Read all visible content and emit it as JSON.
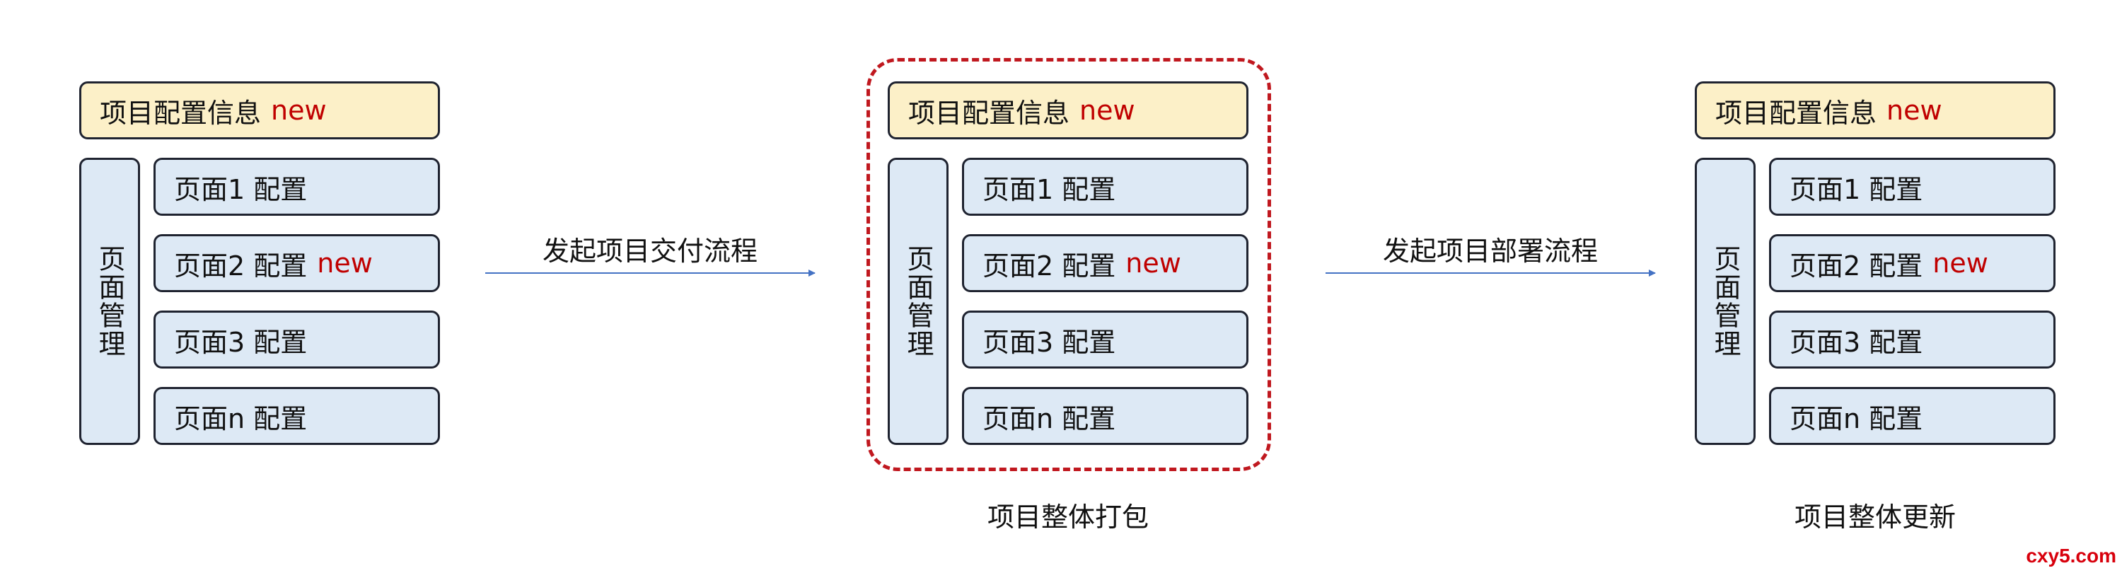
{
  "groups": [
    {
      "header_label": "项目配置信息",
      "header_new": "new",
      "side_label": "页面管理",
      "pages": [
        {
          "label": "页面1 配置",
          "new": ""
        },
        {
          "label": "页面2 配置",
          "new": "new"
        },
        {
          "label": "页面3 配置",
          "new": ""
        },
        {
          "label": "页面n 配置",
          "new": ""
        }
      ]
    },
    {
      "header_label": "项目配置信息",
      "header_new": "new",
      "side_label": "页面管理",
      "pages": [
        {
          "label": "页面1 配置",
          "new": ""
        },
        {
          "label": "页面2 配置",
          "new": "new"
        },
        {
          "label": "页面3 配置",
          "new": ""
        },
        {
          "label": "页面n 配置",
          "new": ""
        }
      ],
      "caption": "项目整体打包"
    },
    {
      "header_label": "项目配置信息",
      "header_new": "new",
      "side_label": "页面管理",
      "pages": [
        {
          "label": "页面1 配置",
          "new": ""
        },
        {
          "label": "页面2 配置",
          "new": "new"
        },
        {
          "label": "页面3 配置",
          "new": ""
        },
        {
          "label": "页面n 配置",
          "new": ""
        }
      ],
      "caption": "项目整体更新"
    }
  ],
  "arrows": [
    {
      "label": "发起项目交付流程"
    },
    {
      "label": "发起项目部署流程"
    }
  ],
  "colors": {
    "header_fill": "#fcf0c8",
    "page_fill": "#dde9f5",
    "new_text": "#c00000",
    "dashed_border": "#c0181f",
    "arrow": "#4472c4"
  },
  "watermark": "cxy5.com"
}
